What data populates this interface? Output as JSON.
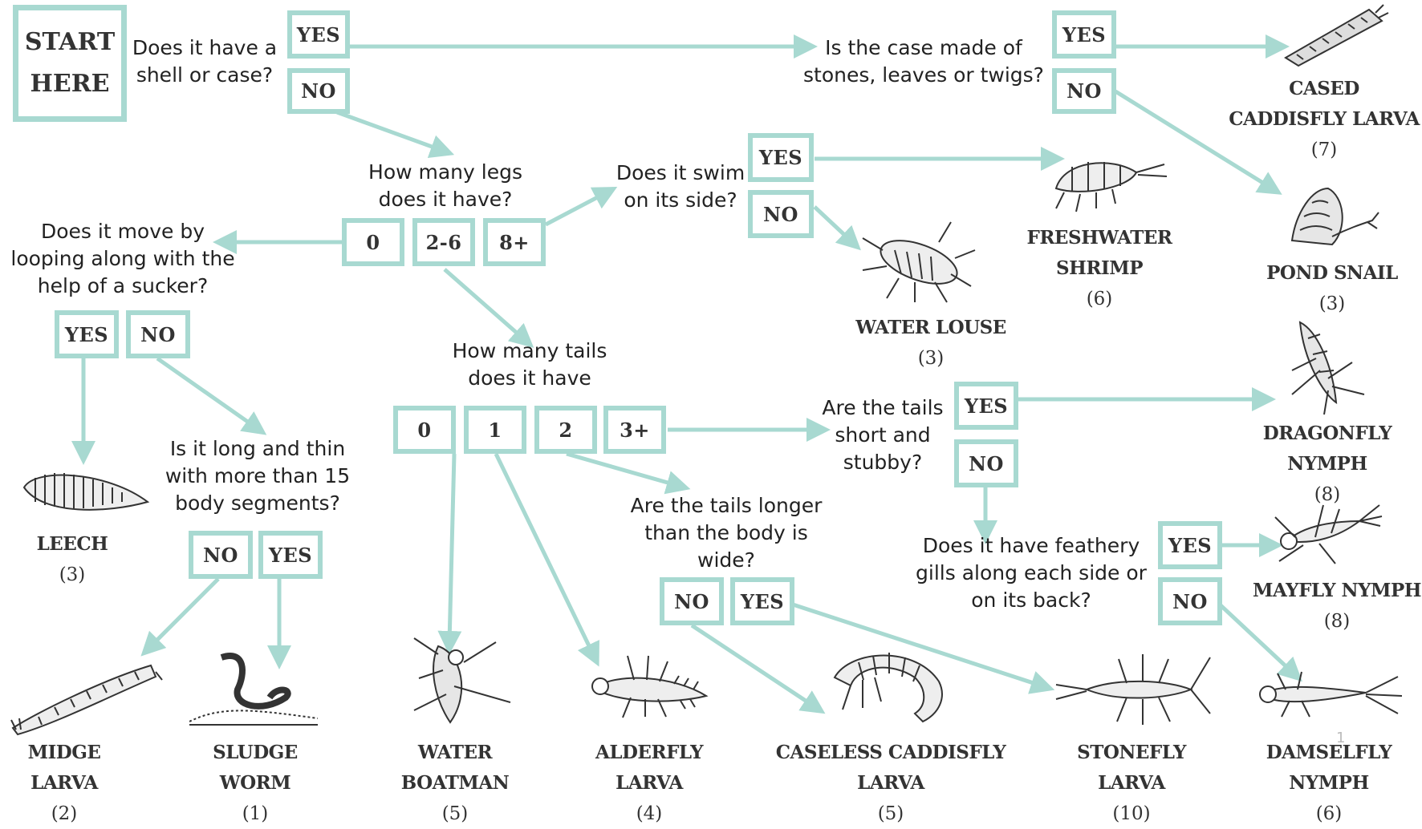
{
  "colors": {
    "box_border": "#a8d9d1",
    "arrow": "#a8d9d1",
    "text": "#222222"
  },
  "start": {
    "line1": "START",
    "line2": "HERE"
  },
  "questions": {
    "q_shell": "Does it have a\nshell or case?",
    "q_case": "Is the case made of\nstones, leaves or twigs?",
    "q_legs": "How many legs\ndoes it have?",
    "q_swim": "Does it swim\non its side?",
    "q_loop": "Does it move by\nlooping along with the\nhelp of a sucker?",
    "q_tails": "How many tails\ndoes it have",
    "q_long": "Is it long and thin\nwith more than 15\nbody segments?",
    "q_stubby": "Are the tails\nshort and\nstubby?",
    "q_longer": "Are the tails longer\nthan the body is\nwide?",
    "q_gills": "Does it have feathery\ngills along each side or\non its back?"
  },
  "answers": {
    "yes": "YES",
    "no": "NO",
    "zero": "0",
    "two_six": "2-6",
    "eight_plus": "8+",
    "one": "1",
    "two": "2",
    "three_plus": "3+"
  },
  "creatures": [
    {
      "id": "cased-caddisfly",
      "name": "CASED\nCADDISFLY LARVA",
      "score": "(7)",
      "icon": "caddis-case-icon"
    },
    {
      "id": "freshwater-shrimp",
      "name": "FRESHWATER SHRIMP",
      "score": "(6)",
      "icon": "shrimp-icon"
    },
    {
      "id": "pond-snail",
      "name": "POND SNAIL",
      "score": "(3)",
      "icon": "snail-icon"
    },
    {
      "id": "water-louse",
      "name": "WATER LOUSE",
      "score": "(3)",
      "icon": "louse-icon"
    },
    {
      "id": "dragonfly-nymph",
      "name": "DRAGONFLY NYMPH",
      "score": "(8)",
      "icon": "dragonfly-icon"
    },
    {
      "id": "leech",
      "name": "LEECH",
      "score": "(3)",
      "icon": "leech-icon"
    },
    {
      "id": "mayfly-nymph",
      "name": "MAYFLY NYMPH",
      "score": "(8)",
      "icon": "mayfly-icon"
    },
    {
      "id": "midge-larva",
      "name": "MIDGE LARVA",
      "score": "(2)",
      "icon": "midge-icon"
    },
    {
      "id": "sludge-worm",
      "name": "SLUDGE WORM",
      "score": "(1)",
      "icon": "worm-icon"
    },
    {
      "id": "water-boatman",
      "name": "WATER BOATMAN",
      "score": "(5)",
      "icon": "boatman-icon"
    },
    {
      "id": "alderfly-larva",
      "name": "ALDERFLY LARVA",
      "score": "(4)",
      "icon": "alderfly-icon"
    },
    {
      "id": "caseless-caddisfly",
      "name": "CASELESS CADDISFLY LARVA",
      "score": "(5)",
      "icon": "caseless-icon"
    },
    {
      "id": "stonefly-larva",
      "name": "STONEFLY LARVA",
      "score": "(10)",
      "icon": "stonefly-icon"
    },
    {
      "id": "damselfly-nymph",
      "name": "DAMSELFLY NYMPH",
      "score": "(6)",
      "icon": "damselfly-icon"
    }
  ],
  "page_number": "1"
}
